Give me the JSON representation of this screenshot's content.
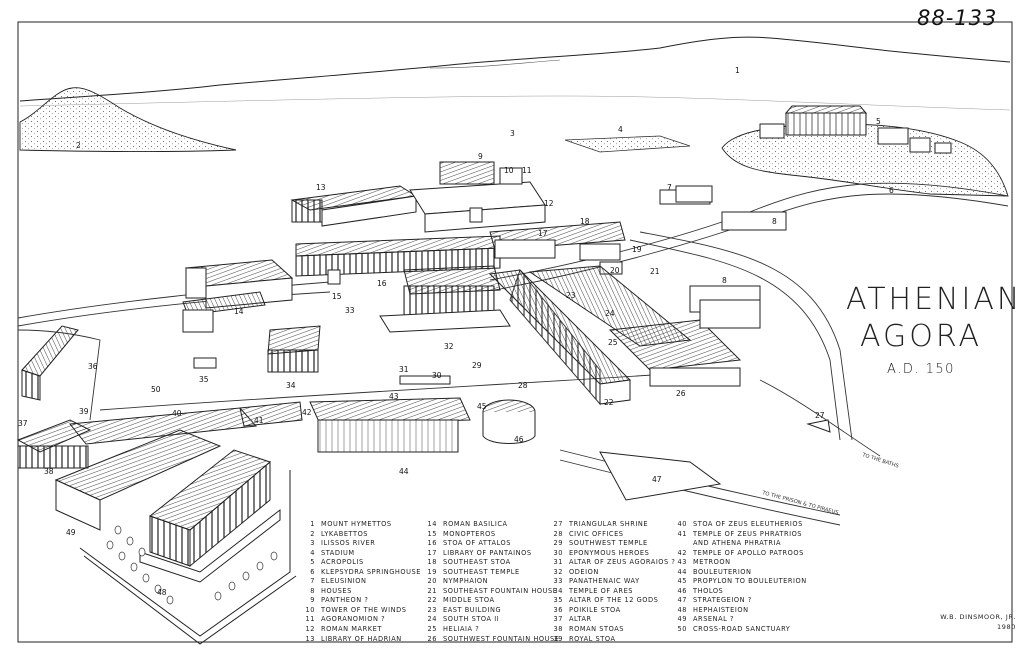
{
  "catalog_number": "88-133",
  "title": {
    "line1": "ATHENIAN",
    "line2": "AGORA",
    "date": "A.D. 150"
  },
  "map_labels": [
    "1",
    "2",
    "3",
    "4",
    "5",
    "6",
    "7",
    "8",
    "8",
    "9",
    "10",
    "11",
    "12",
    "13",
    "14",
    "15",
    "16",
    "17",
    "18",
    "19",
    "20",
    "21",
    "22",
    "23",
    "24",
    "25",
    "26",
    "27",
    "28",
    "29",
    "30",
    "31",
    "32",
    "33",
    "34",
    "35",
    "36",
    "37",
    "38",
    "39",
    "40",
    "41",
    "42",
    "43",
    "44",
    "45",
    "46",
    "47",
    "48",
    "49",
    "50"
  ],
  "road_labels": {
    "baths": "TO THE BATHS",
    "prison": "TO THE PRISON & TO PIRAEUS"
  },
  "legend": [
    {
      "n": "1",
      "text": "MOUNT HYMETTOS"
    },
    {
      "n": "2",
      "text": "LYKABETTOS"
    },
    {
      "n": "3",
      "text": "ILISSOS RIVER"
    },
    {
      "n": "4",
      "text": "STADIUM"
    },
    {
      "n": "5",
      "text": "ACROPOLIS"
    },
    {
      "n": "6",
      "text": "KLEPSYDRA SPRINGHOUSE"
    },
    {
      "n": "7",
      "text": "ELEUSINION"
    },
    {
      "n": "8",
      "text": "HOUSES"
    },
    {
      "n": "9",
      "text": "PANTHEON ?"
    },
    {
      "n": "10",
      "text": "TOWER OF THE WINDS"
    },
    {
      "n": "11",
      "text": "AGORANOMION ?"
    },
    {
      "n": "12",
      "text": "ROMAN MARKET"
    },
    {
      "n": "13",
      "text": "LIBRARY OF HADRIAN"
    },
    {
      "n": "14",
      "text": "ROMAN BASILICA"
    },
    {
      "n": "15",
      "text": "MONOPTEROS"
    },
    {
      "n": "16",
      "text": "STOA OF ATTALOS"
    },
    {
      "n": "17",
      "text": "LIBRARY OF PANTAINOS"
    },
    {
      "n": "18",
      "text": "SOUTHEAST STOA"
    },
    {
      "n": "19",
      "text": "SOUTHEAST TEMPLE"
    },
    {
      "n": "20",
      "text": "NYMPHAION"
    },
    {
      "n": "21",
      "text": "SOUTHEAST FOUNTAIN HOUSE"
    },
    {
      "n": "22",
      "text": "MIDDLE STOA"
    },
    {
      "n": "23",
      "text": "EAST BUILDING"
    },
    {
      "n": "24",
      "text": "SOUTH STOA II"
    },
    {
      "n": "25",
      "text": "HELIAIA ?"
    },
    {
      "n": "26",
      "text": "SOUTHWEST FOUNTAIN HOUSE"
    },
    {
      "n": "27",
      "text": "TRIANGULAR SHRINE"
    },
    {
      "n": "28",
      "text": "CIVIC OFFICES"
    },
    {
      "n": "29",
      "text": "SOUTHWEST TEMPLE"
    },
    {
      "n": "30",
      "text": "EPONYMOUS HEROES"
    },
    {
      "n": "31",
      "text": "ALTAR OF ZEUS AGORAIOS ?"
    },
    {
      "n": "32",
      "text": "ODEION"
    },
    {
      "n": "33",
      "text": "PANATHENAIC WAY"
    },
    {
      "n": "34",
      "text": "TEMPLE OF ARES"
    },
    {
      "n": "35",
      "text": "ALTAR OF THE 12 GODS"
    },
    {
      "n": "36",
      "text": "POIKILE STOA"
    },
    {
      "n": "37",
      "text": "ALTAR"
    },
    {
      "n": "38",
      "text": "ROMAN STOAS"
    },
    {
      "n": "39",
      "text": "ROYAL STOA"
    },
    {
      "n": "40",
      "text": "STOA OF ZEUS ELEUTHERIOS"
    },
    {
      "n": "41",
      "text": "TEMPLE OF ZEUS PHRATRIOS"
    },
    {
      "n": "",
      "text": "AND ATHENA PHRATRIA"
    },
    {
      "n": "42",
      "text": "TEMPLE OF APOLLO PATROOS"
    },
    {
      "n": "43",
      "text": "METROON"
    },
    {
      "n": "44",
      "text": "BOULEUTERION"
    },
    {
      "n": "45",
      "text": "PROPYLON TO BOULEUTERION"
    },
    {
      "n": "46",
      "text": "THOLOS"
    },
    {
      "n": "47",
      "text": "STRATEGEION ?"
    },
    {
      "n": "48",
      "text": "HEPHAISTEION"
    },
    {
      "n": "49",
      "text": "ARSENAL ?"
    },
    {
      "n": "50",
      "text": "CROSS-ROAD SANCTUARY"
    }
  ],
  "credit": {
    "author": "W.B. DINSMOOR, JR.",
    "year": "1980"
  },
  "colors": {
    "ink": "#111111",
    "paper": "#ffffff",
    "hatch": "#555555"
  }
}
